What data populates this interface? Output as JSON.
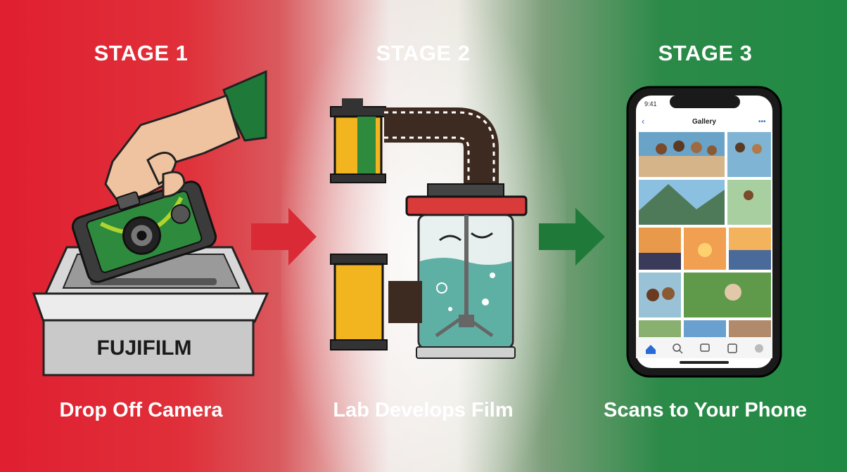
{
  "stages": [
    {
      "title": "STAGE 1",
      "caption": "Drop Off Camera"
    },
    {
      "title": "STAGE 2",
      "caption": "Lab Develops Film"
    },
    {
      "title": "STAGE 3",
      "caption": "Scans to Your Phone"
    }
  ],
  "dropbox": {
    "brand": "FUJIFILM"
  },
  "phone": {
    "time": "9:41",
    "header_title": "Gallery"
  },
  "colors": {
    "red": "#e01f30",
    "green": "#1f8a44",
    "film_yellow": "#f2b51f"
  }
}
